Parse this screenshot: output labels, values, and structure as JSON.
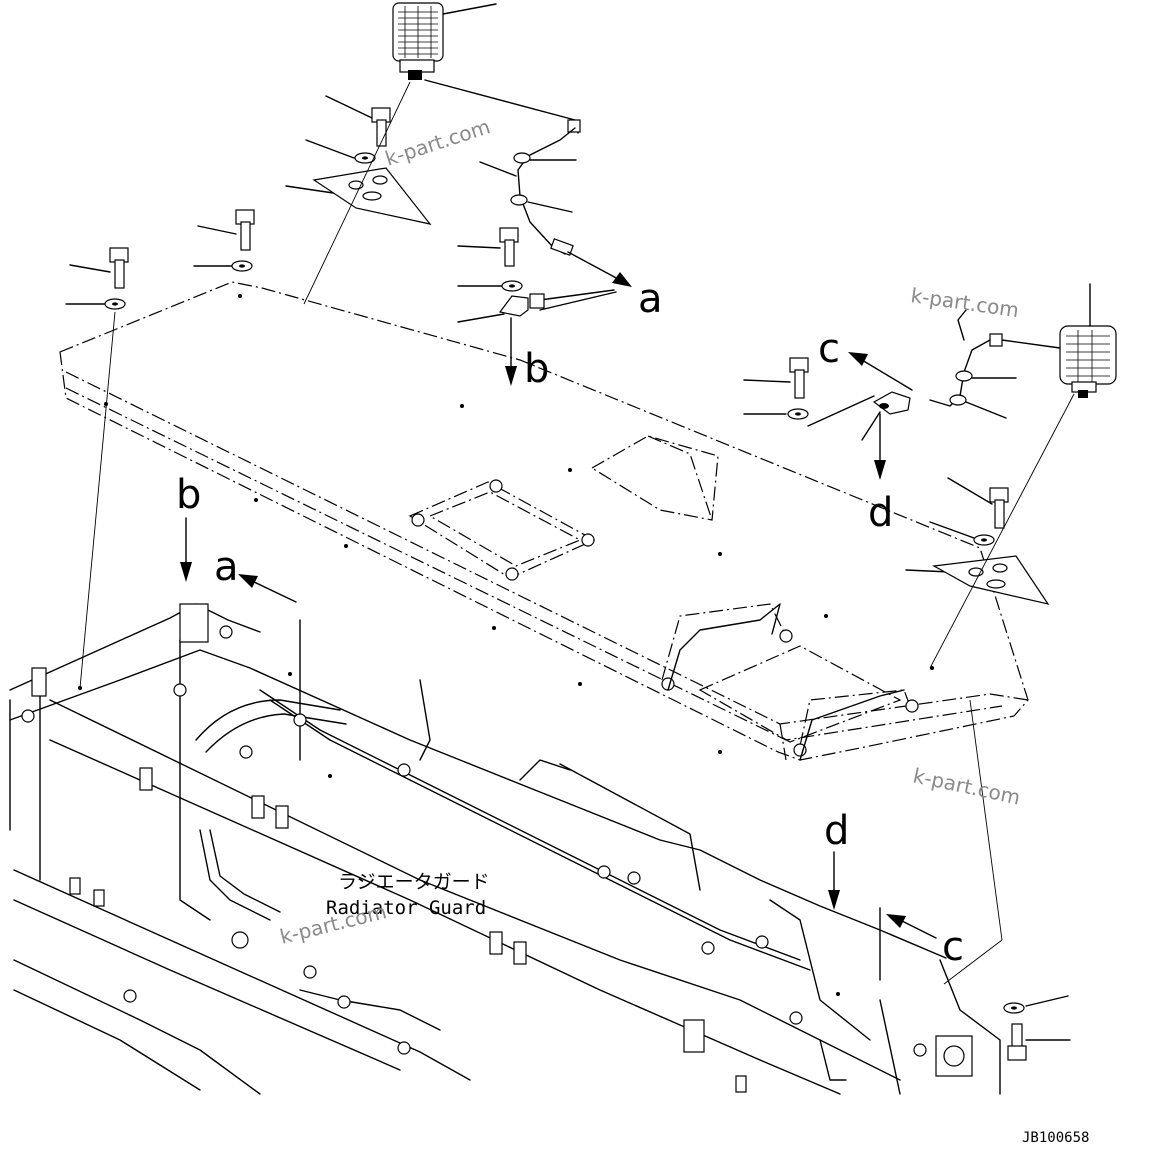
{
  "callouts": {
    "a": "a",
    "b": "b",
    "c": "c",
    "d": "d"
  },
  "labels": {
    "radiator_guard_jp": "ラジエータガード",
    "radiator_guard_en": "Radiator Guard"
  },
  "watermark": "k-part.com",
  "drawing_code": "JB100658"
}
